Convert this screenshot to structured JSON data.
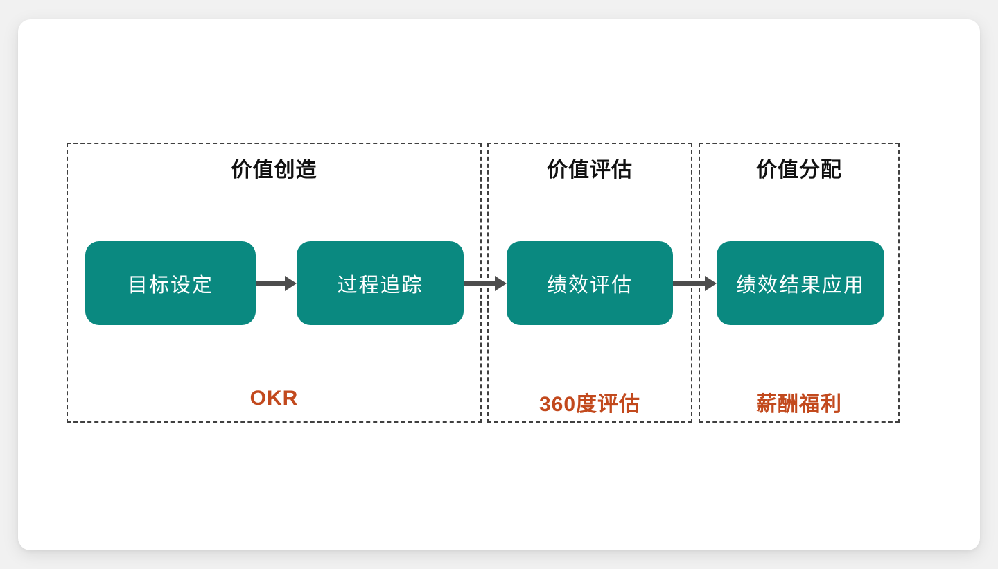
{
  "colors": {
    "page_bg": "#f1f1f1",
    "card_bg": "#ffffff",
    "box_fill": "#0a8980",
    "box_text": "#ffffff",
    "accent": "#c2491d",
    "arrow": "#4d4d4d",
    "dash_border": "#404040",
    "title_text": "#111111"
  },
  "sections": [
    {
      "title": "价值创造",
      "label": "OKR",
      "steps": [
        "目标设定",
        "过程追踪"
      ]
    },
    {
      "title": "价值评估",
      "label": "360度评估",
      "steps": [
        "绩效评估"
      ]
    },
    {
      "title": "价值分配",
      "label": "薪酬福利",
      "steps": [
        "绩效结果应用"
      ]
    }
  ]
}
